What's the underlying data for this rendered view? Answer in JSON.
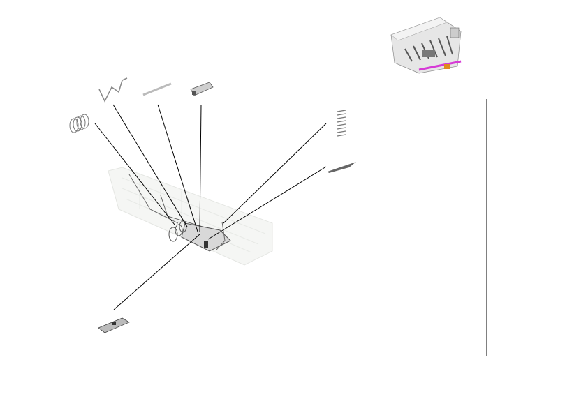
{
  "diagram": {
    "type": "exploded-parts-view",
    "colors": {
      "leader_line": "#000000",
      "part_gray": "#9a9a9a",
      "housing_light": "#e4e6e2",
      "highlight_magenta": "#d63ad6",
      "highlight_orange": "#e08a20"
    },
    "parts": [
      "coil-spring-left",
      "wire-clip",
      "pin",
      "latch",
      "compression-spring",
      "flat-spring",
      "bracket-bottom"
    ]
  }
}
